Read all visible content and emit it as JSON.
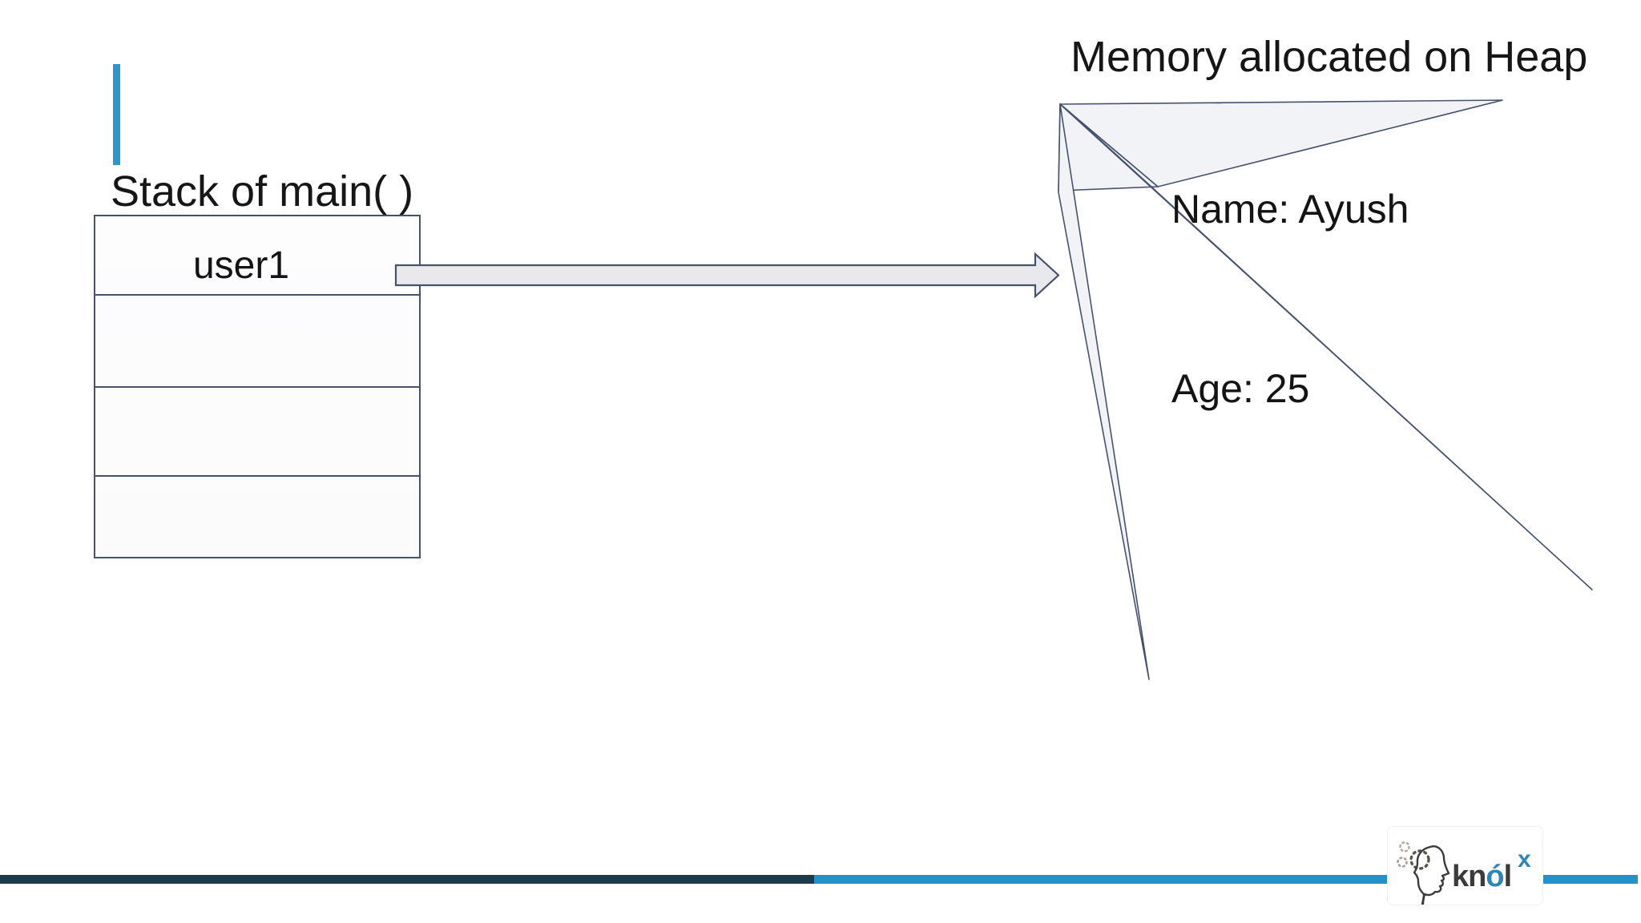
{
  "slide": {
    "stack": {
      "title": "Stack of main( )",
      "rows": [
        {
          "label": "user1"
        },
        {
          "label": ""
        },
        {
          "label": ""
        },
        {
          "label": ""
        }
      ]
    },
    "heap": {
      "title": "Memory allocated on Heap",
      "name_line": "Name: Ayush",
      "age_line": "Age: 25"
    },
    "logo": {
      "text_kn": "kn",
      "text_o": "ó",
      "text_l": "l",
      "text_sup": "x"
    },
    "colors": {
      "accent_blue": "#2b95cc",
      "bottom_bar_navy": "#1c3a49",
      "bottom_bar_blue": "#2491c9",
      "shape_stroke": "#46526d",
      "shape_fill": "#f2f3f6",
      "arrow_fill": "#e9e9ed",
      "logo_blue": "#2e86b8",
      "logo_dark": "#3b3b3b"
    }
  }
}
